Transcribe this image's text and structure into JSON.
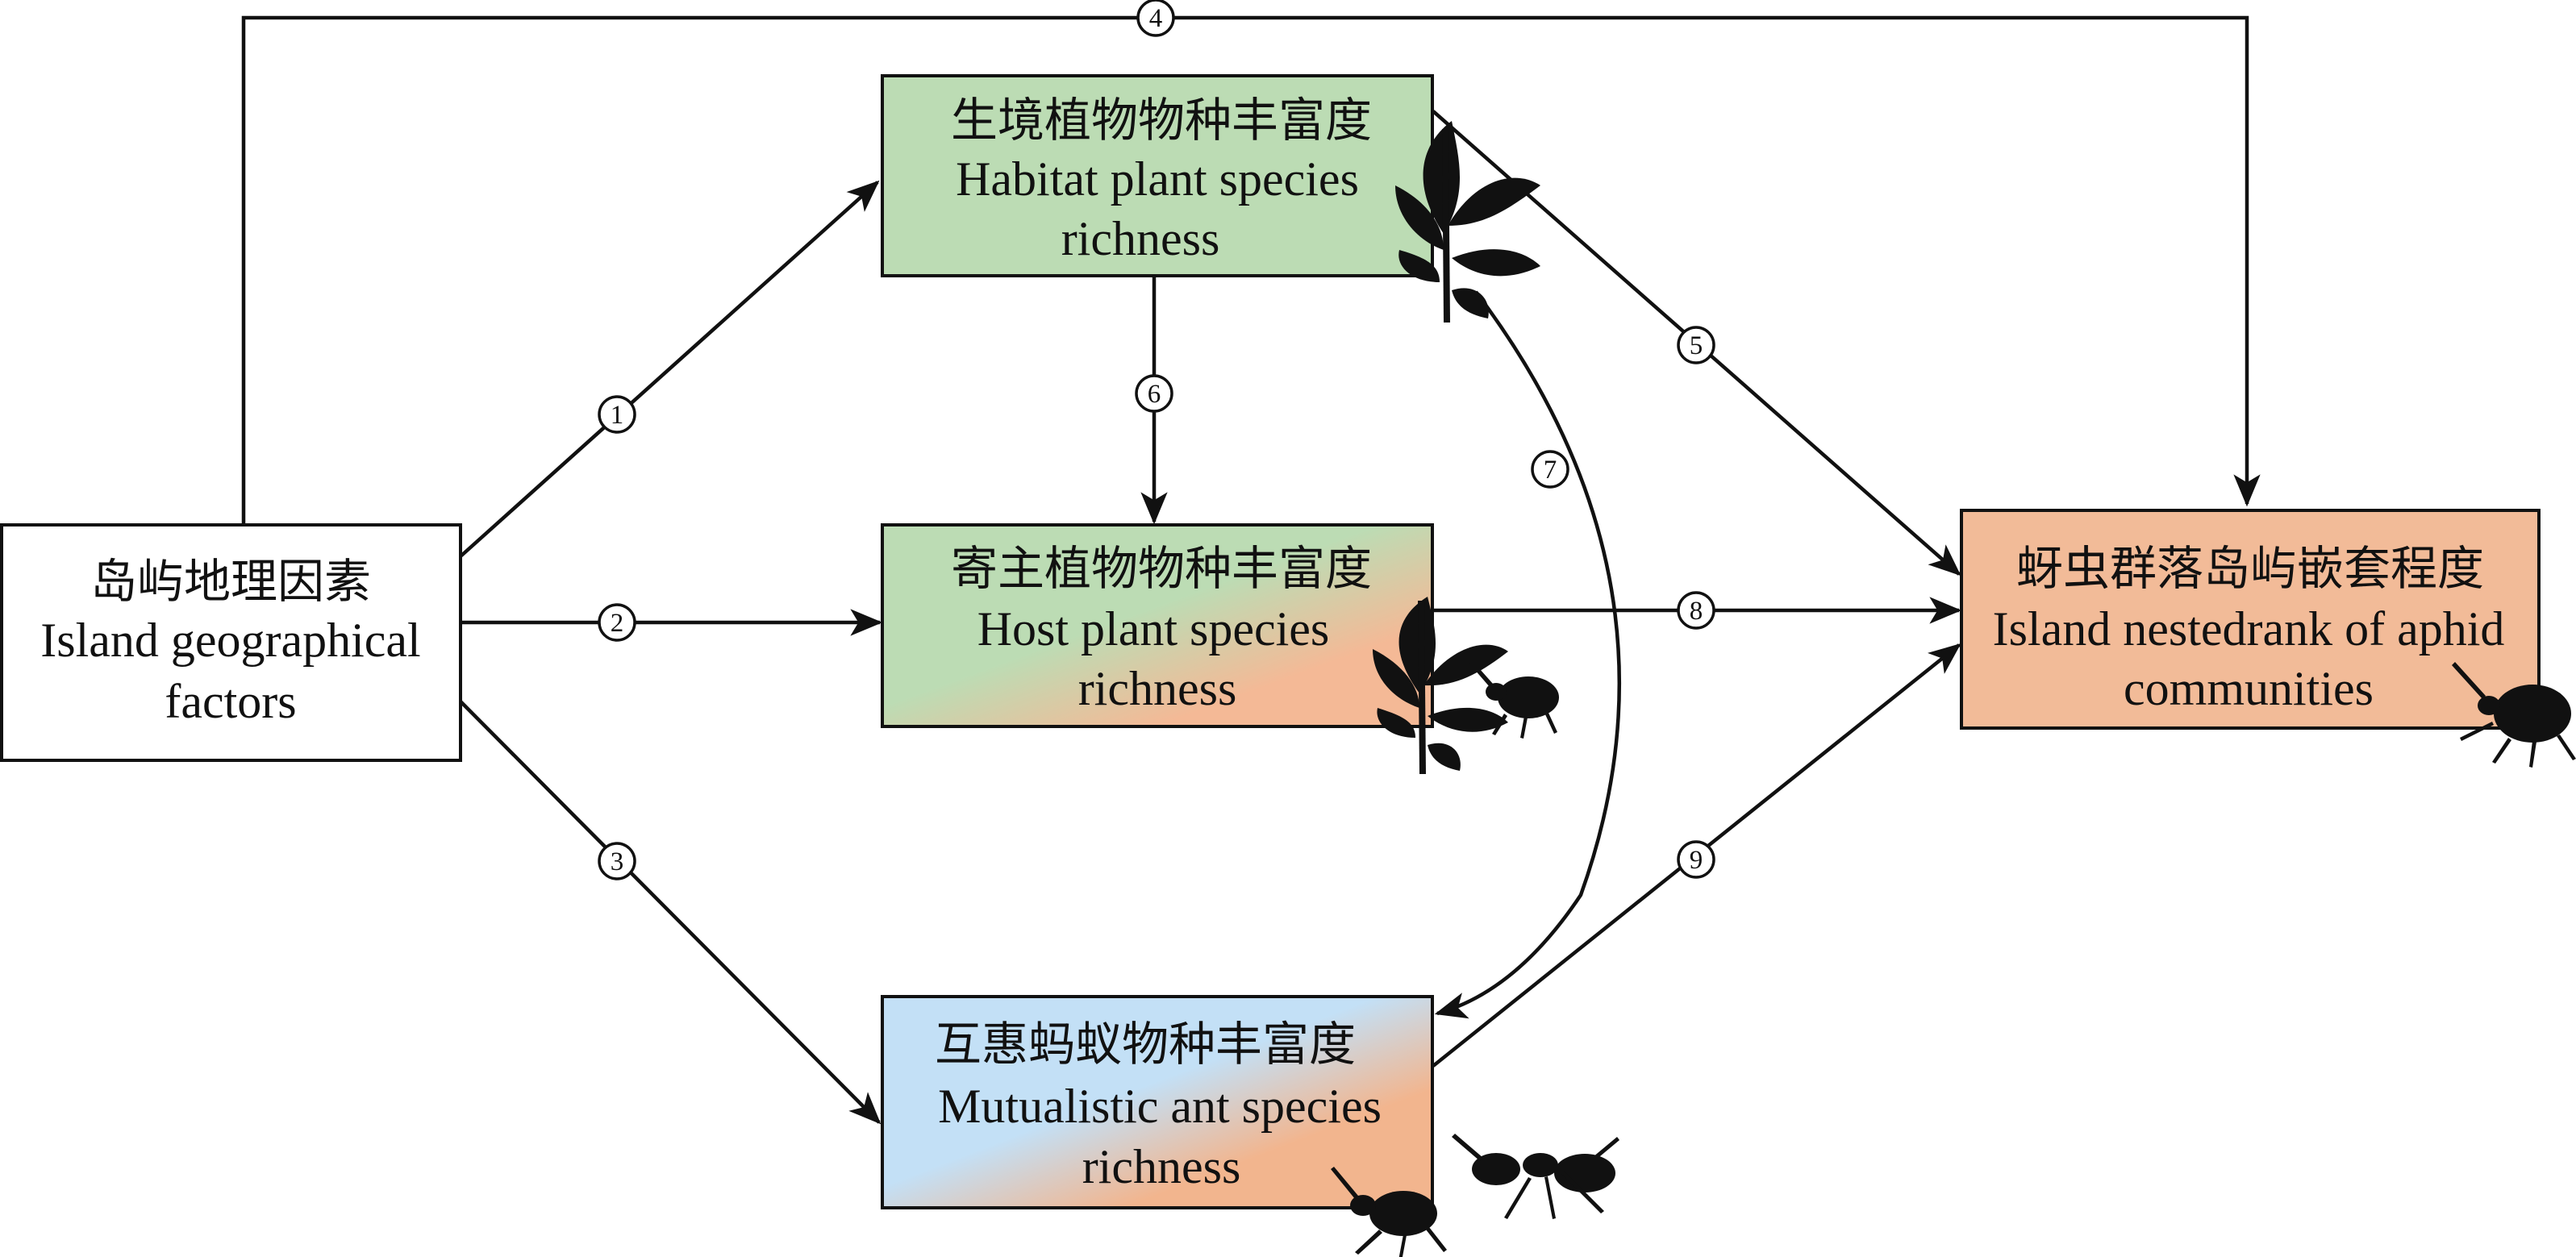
{
  "nodes": {
    "island": {
      "label_cn": "岛屿地理因素",
      "label_en_1": "Island geographical",
      "label_en_2": "factors",
      "fill": "#ffffff"
    },
    "habitat": {
      "label_cn": "生境植物物种丰富度",
      "label_en_1": "Habitat plant species",
      "label_en_2": "richness",
      "fill": "#bcdcb4"
    },
    "host": {
      "label_cn": "寄主植物物种丰富度",
      "label_en_1": "Host plant species",
      "label_en_2": "richness",
      "fill_from": "#bcdcb4",
      "fill_to": "#f4b996"
    },
    "ant": {
      "label_cn": "互惠蚂蚁物种丰富度",
      "label_en_1": "Mutualistic ant species",
      "label_en_2": "richness",
      "fill_from": "#c3e0f6",
      "fill_to": "#f2b58e"
    },
    "aphid": {
      "label_cn": "蚜虫群落岛屿嵌套程度",
      "label_en_1": "Island nestedrank of aphid",
      "label_en_2": "communities",
      "fill": "#f2bb98"
    }
  },
  "paths": [
    {
      "id": "1",
      "from": "island",
      "to": "habitat"
    },
    {
      "id": "2",
      "from": "island",
      "to": "host"
    },
    {
      "id": "3",
      "from": "island",
      "to": "ant"
    },
    {
      "id": "4",
      "from": "island",
      "to": "aphid"
    },
    {
      "id": "5",
      "from": "habitat",
      "to": "aphid"
    },
    {
      "id": "6",
      "from": "habitat",
      "to": "host"
    },
    {
      "id": "7",
      "from": "habitat",
      "to": "ant"
    },
    {
      "id": "8",
      "from": "host",
      "to": "aphid"
    },
    {
      "id": "9",
      "from": "ant",
      "to": "aphid"
    }
  ],
  "badges": {
    "b1": "1",
    "b2": "2",
    "b3": "3",
    "b4": "4",
    "b5": "5",
    "b6": "6",
    "b7": "7",
    "b8": "8",
    "b9": "9"
  },
  "icons": [
    "plant-silhouette-icon",
    "aphid-silhouette-icon",
    "ant-silhouette-icon"
  ],
  "colors": {
    "line": "#111111",
    "habitat_green": "#bcdcb4",
    "aphid_orange": "#f2bb98",
    "ant_blue": "#c3e0f6"
  }
}
